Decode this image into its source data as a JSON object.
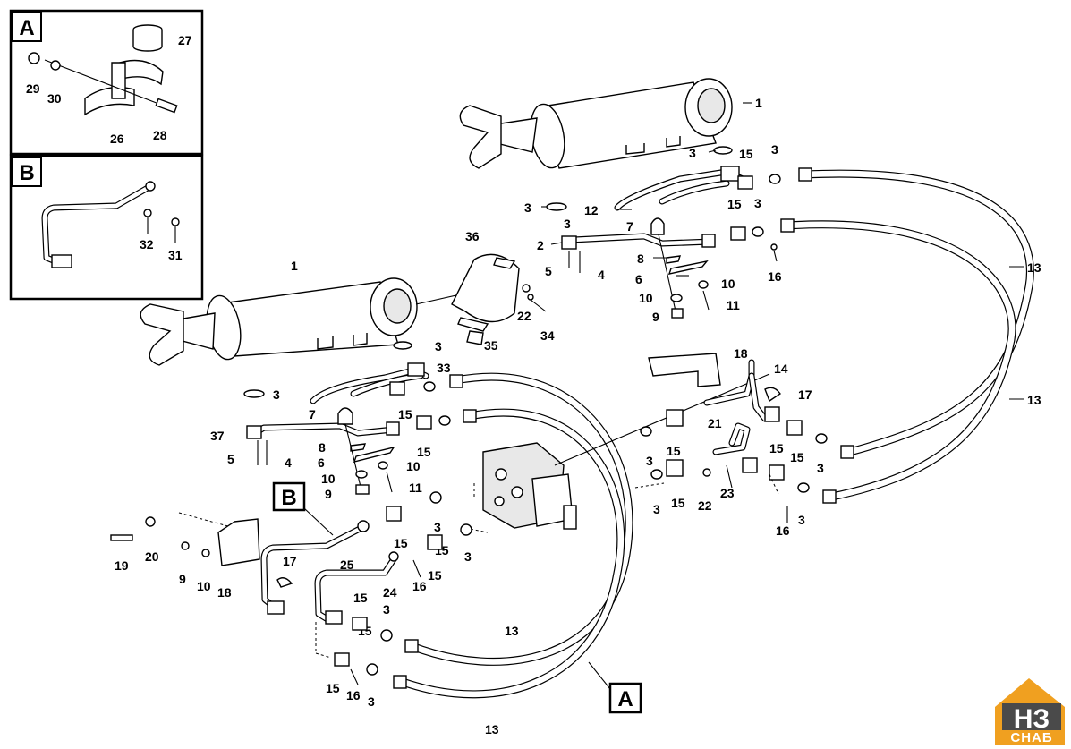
{
  "insets": [
    {
      "letter": "A",
      "callouts": [
        "27",
        "29",
        "30",
        "26",
        "28"
      ]
    },
    {
      "letter": "B",
      "callouts": [
        "32",
        "31"
      ]
    }
  ],
  "view_markers": [
    "B",
    "A"
  ],
  "callouts": {
    "upper_cylinder": [
      "1",
      "3",
      "3",
      "15",
      "3",
      "12",
      "15",
      "3",
      "3",
      "7",
      "2",
      "8",
      "5",
      "4",
      "6",
      "10",
      "10",
      "11",
      "9",
      "16",
      "13",
      "13"
    ],
    "lower_cylinder": [
      "36",
      "1",
      "22",
      "34",
      "35",
      "3",
      "33",
      "3",
      "7",
      "15",
      "37",
      "15",
      "8",
      "5",
      "4",
      "6",
      "10",
      "10",
      "9",
      "11"
    ],
    "valve_and_lines": [
      "18",
      "14",
      "17",
      "21",
      "15",
      "15",
      "3",
      "3",
      "3",
      "15",
      "22",
      "23",
      "15",
      "3",
      "15",
      "3",
      "16",
      "3",
      "15",
      "3",
      "15",
      "19",
      "20",
      "25",
      "17",
      "9",
      "10",
      "18",
      "16",
      "15",
      "24",
      "15",
      "3",
      "13",
      "15",
      "16",
      "3",
      "13"
    ]
  },
  "logo": {
    "text": "СНАБ",
    "glyph": "НЗ",
    "accent": "#f0a020"
  },
  "colors": {
    "line": "#000000",
    "background": "#ffffff"
  }
}
